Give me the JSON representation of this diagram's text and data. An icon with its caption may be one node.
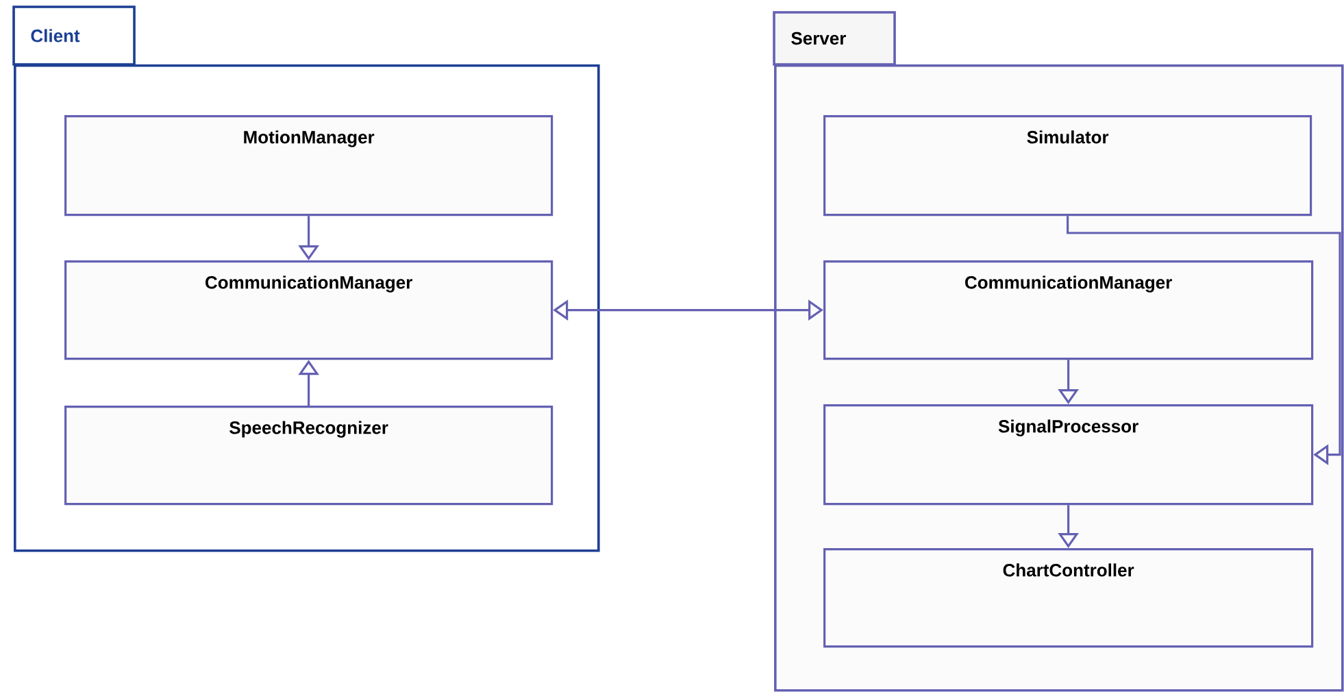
{
  "diagram": {
    "nodes": [
      {
        "text": [
          "Client"
        ]
      },
      {
        "text": [
          "MotionManager"
        ],
        "in": 0
      },
      {
        "text": [
          "CommunicationManager"
        ],
        "in": 0
      },
      {
        "text": [
          "SpeechRecognizer"
        ],
        "in": 0
      },
      {
        "text": [
          "Server"
        ]
      },
      {
        "text": [
          "Simulator"
        ],
        "in": 4
      },
      {
        "text": [
          "CommunicationManager"
        ],
        "in": 4
      },
      {
        "text": [
          "SignalProcessor"
        ],
        "in": 4
      },
      {
        "text": [
          "ChartController"
        ],
        "in": 4
      }
    ],
    "edges": [
      {
        "from": 1,
        "to": 2,
        "arrow": "to"
      },
      {
        "from": 3,
        "to": 2,
        "arrow": "to"
      },
      {
        "from": 2,
        "to": 6,
        "arrow": "both"
      },
      {
        "from": 6,
        "to": 7,
        "arrow": "to"
      },
      {
        "from": 7,
        "to": 8,
        "arrow": "to"
      },
      {
        "from": 5,
        "to": 7,
        "arrow": "to"
      }
    ]
  }
}
